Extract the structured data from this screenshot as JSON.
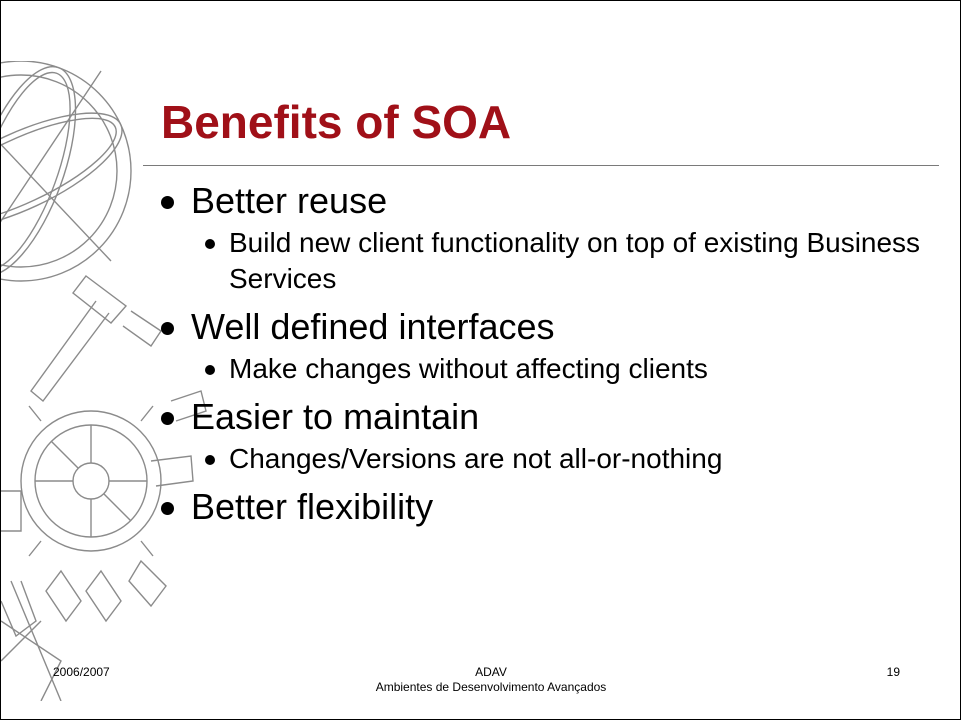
{
  "slide": {
    "title": "Benefits of SOA",
    "bullets": [
      {
        "text": "Better reuse",
        "sub": [
          {
            "text": "Build new client functionality on top of existing Business Services"
          }
        ]
      },
      {
        "text": "Well defined interfaces",
        "sub": [
          {
            "text": "Make changes without affecting clients"
          }
        ]
      },
      {
        "text": "Easier to maintain",
        "sub": [
          {
            "text": "Changes/Versions are not all-or-nothing"
          }
        ]
      },
      {
        "text": "Better flexibility",
        "sub": []
      }
    ]
  },
  "footer": {
    "left": "2006/2007",
    "center_line1": "ADAV",
    "center_line2": "Ambientes de Desenvolvimento Avançados",
    "right": "19"
  },
  "colors": {
    "title": "#a01018",
    "text": "#000000",
    "decoration": "#777777"
  }
}
